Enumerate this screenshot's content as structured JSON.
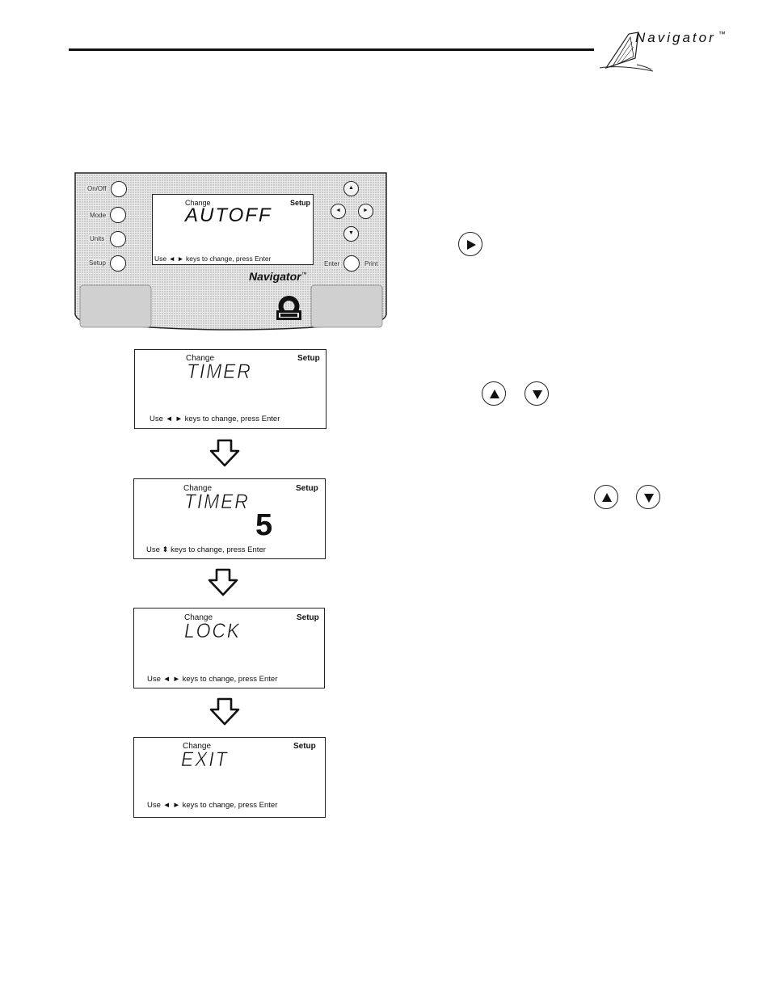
{
  "header": {
    "brand": "Navigator",
    "tm": "™"
  },
  "panel": {
    "keys_left": [
      "On/Off",
      "Mode",
      "Units",
      "Setup"
    ],
    "keys_right": [
      "Enter",
      "Print"
    ],
    "lcd": {
      "change": "Change",
      "setup": "Setup",
      "value": "AUTOFF",
      "footer": "Use ◄ ► keys to change, press Enter"
    },
    "brand": "Navigator",
    "tm": "™"
  },
  "displays": [
    {
      "change": "Change",
      "setup": "Setup",
      "value": "TIMER",
      "number": "",
      "footer": "Use ◄ ► keys to change, press Enter"
    },
    {
      "change": "Change",
      "setup": "Setup",
      "value": "TIMER",
      "number": "5",
      "footer": "Use ⬍ keys to change, press Enter"
    },
    {
      "change": "Change",
      "setup": "Setup",
      "value": "LOCK",
      "number": "",
      "footer": "Use ◄ ► keys to change, press Enter"
    },
    {
      "change": "Change",
      "setup": "Setup",
      "value": "EXIT",
      "number": "",
      "footer": "Use ◄ ► keys to change, press Enter"
    }
  ],
  "icons": [
    "right-key-icon",
    "up-key-icon",
    "down-key-icon"
  ]
}
